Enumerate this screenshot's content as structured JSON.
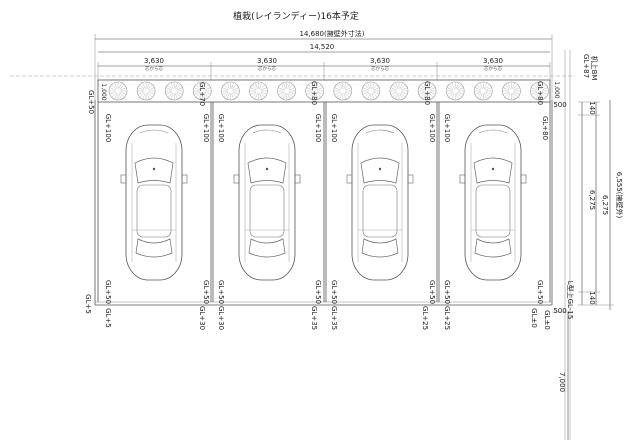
{
  "title": "植栽(レイランディー)16本予定",
  "dims": {
    "overall_outer": "14,680(擁壁外寸法)",
    "overall_inner": "14,520",
    "bays": [
      "3,630",
      "3,630",
      "3,630",
      "3,630"
    ],
    "bay_sub": [
      "芯から芯",
      "芯から芯",
      "芯から芯",
      "芯から芯"
    ],
    "left_top": "1,000",
    "right_top": "1,000",
    "v_500_top": "500",
    "v_500_bottom": "500",
    "v_140_top": "140",
    "v_140_bottom": "140",
    "v_6275a": "6,275",
    "v_6275b": "6,275",
    "v_6555": "6,555(擁壁外)",
    "v_7000": "7,000",
    "bm_label": "机上BM",
    "bm_gl": "GL+87"
  },
  "labels": {
    "top": [
      "GL+50",
      "GL+70",
      "GL+80",
      "GL+80",
      "GL+80"
    ],
    "upper": [
      "GL+100",
      "GL+100",
      "GL+100",
      "GL+100",
      "GL+100",
      "GL+100",
      "GL+100",
      "GL+80"
    ],
    "bottom_inner": [
      "GL+50",
      "GL+50",
      "GL+50",
      "GL+50",
      "GL+50",
      "GL+50",
      "GL+50",
      "GL+50",
      "GL±0"
    ],
    "bottom_outer": [
      "GL+5",
      "GL+5",
      "GL+30",
      "GL+30",
      "GL+35",
      "GL+35",
      "GL+25",
      "GL+25",
      "GL±0",
      "L型上GL-15"
    ]
  }
}
